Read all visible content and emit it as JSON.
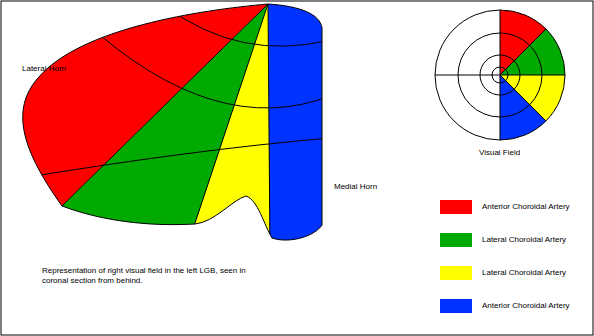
{
  "diagram": {
    "labels": [
      "Lateral Horn",
      "Medial Horn",
      "Representation of right visual field in the left LGB, seen in coronal section from behind.",
      "Visual Field"
    ],
    "legend": [
      {
        "text": "Anterior Choroidal Artery",
        "color": "#ff0000"
      },
      {
        "text": "Lateral Choroidal Artery",
        "color": "#00aa00"
      },
      {
        "text": "Lateral Choroidal Artery",
        "color": "#ffff00"
      },
      {
        "text": "Anterior Choroidal Artery",
        "color": "#0033ff"
      }
    ]
  }
}
